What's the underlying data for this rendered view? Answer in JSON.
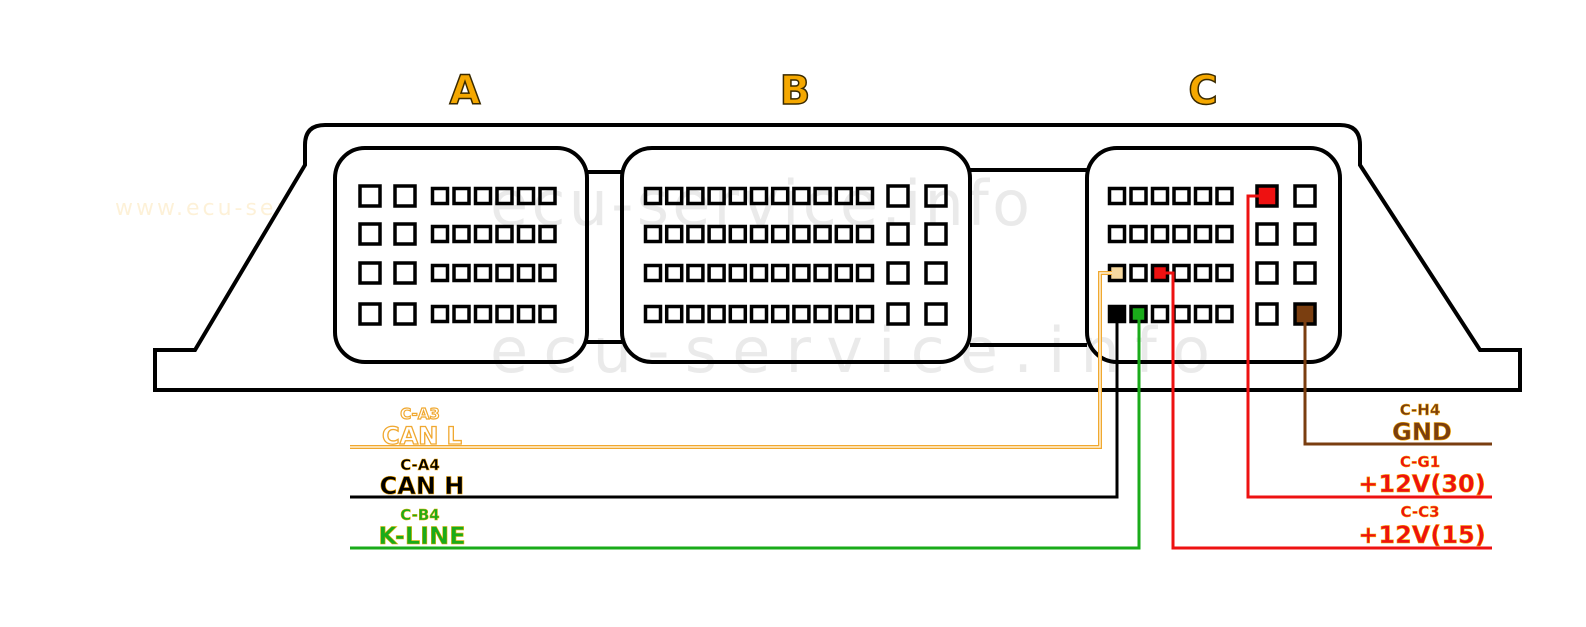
{
  "connectors": [
    {
      "label": "A"
    },
    {
      "label": "B"
    },
    {
      "label": "C"
    }
  ],
  "watermark": "ecu-service.info",
  "watermark_small": "www.ecu-service.info",
  "pin_colors": {
    "can_l": "#f7d9a0",
    "can_h": "#000000",
    "k_line": "#1aab1a",
    "gnd": "#7a3e10",
    "v30": "#ee1111",
    "v15": "#ee1111"
  },
  "wires": {
    "can_l": {
      "pin": "C-A3",
      "function": "CAN L",
      "color": "#f0a830"
    },
    "can_h": {
      "pin": "C-A4",
      "function": "CAN H",
      "color": "#000000"
    },
    "k_line": {
      "pin": "C-B4",
      "function": "K-LINE",
      "color": "#1aab1a"
    },
    "gnd": {
      "pin": "C-H4",
      "function": "GND",
      "color": "#7a3e10"
    },
    "v30": {
      "pin": "C-G1",
      "function": "+12V(30)",
      "color": "#ee1111"
    },
    "v15": {
      "pin": "C-C3",
      "function": "+12V(15)",
      "color": "#ee1111"
    }
  }
}
